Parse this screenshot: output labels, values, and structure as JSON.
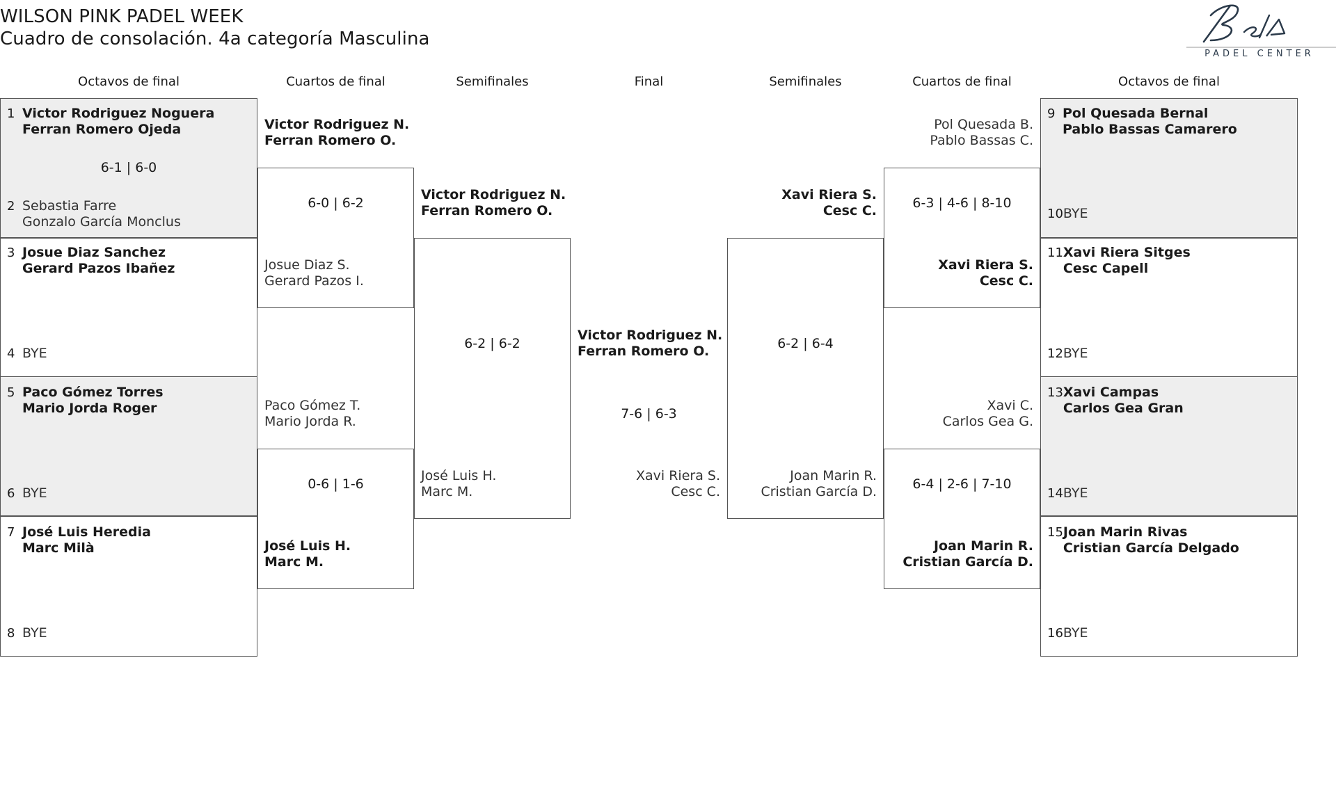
{
  "header": {
    "title": "WILSON PINK PADEL WEEK",
    "subtitle": "Cuadro de consolación. 4a categoría Masculina"
  },
  "logo": {
    "icon": "bela-padel-center-logo",
    "text": "PADEL CENTER"
  },
  "rounds": {
    "left_r16": "Octavos de final",
    "left_qf": "Cuartos de final",
    "left_sf": "Semifinales",
    "final": "Final",
    "right_sf": "Semifinales",
    "right_qf": "Cuartos de final",
    "right_r16": "Octavos de final"
  },
  "r16": [
    {
      "seed": "1",
      "p1": "Victor Rodriguez Noguera",
      "p2": "Ferran Romero Ojeda"
    },
    {
      "seed": "2",
      "p1": "Sebastia Farre",
      "p2": "Gonzalo García Monclus"
    },
    {
      "seed": "3",
      "p1": "Josue Diaz Sanchez",
      "p2": "Gerard Pazos Ibañez"
    },
    {
      "seed": "4",
      "p1": "BYE",
      "p2": ""
    },
    {
      "seed": "5",
      "p1": "Paco Gómez Torres",
      "p2": "Mario Jorda Roger"
    },
    {
      "seed": "6",
      "p1": "BYE",
      "p2": ""
    },
    {
      "seed": "7",
      "p1": "José Luis Heredia",
      "p2": "Marc Milà"
    },
    {
      "seed": "8",
      "p1": "BYE",
      "p2": ""
    },
    {
      "seed": "9",
      "p1": "Pol Quesada Bernal",
      "p2": "Pablo Bassas Camarero"
    },
    {
      "seed": "10",
      "p1": "BYE",
      "p2": ""
    },
    {
      "seed": "11",
      "p1": "Xavi Riera Sitges",
      "p2": "Cesc Capell"
    },
    {
      "seed": "12",
      "p1": "BYE",
      "p2": ""
    },
    {
      "seed": "13",
      "p1": "Xavi Campas",
      "p2": "Carlos Gea Gran"
    },
    {
      "seed": "14",
      "p1": "BYE",
      "p2": ""
    },
    {
      "seed": "15",
      "p1": "Joan Marin Rivas",
      "p2": "Cristian García Delgado"
    },
    {
      "seed": "16",
      "p1": "BYE",
      "p2": ""
    }
  ],
  "r16_scores": {
    "m1": "6-1 | 6-0"
  },
  "qf_left": [
    {
      "p1": "Victor Rodriguez N.",
      "p2": "Ferran Romero O."
    },
    {
      "p1": "Josue Diaz S.",
      "p2": "Gerard Pazos I."
    },
    {
      "p1": "Paco Gómez T.",
      "p2": "Mario Jorda R."
    },
    {
      "p1": "José Luis H.",
      "p2": "Marc M."
    }
  ],
  "qf_left_scores": [
    "6-0 | 6-2",
    "0-6 | 1-6"
  ],
  "sf_left": [
    {
      "p1": "Victor Rodriguez N.",
      "p2": "Ferran Romero O."
    },
    {
      "p1": "José Luis H.",
      "p2": "Marc M."
    }
  ],
  "sf_left_score": "6-2 | 6-2",
  "final": {
    "top": {
      "p1": "Victor Rodriguez N.",
      "p2": "Ferran Romero O."
    },
    "bottom": {
      "p1": "Xavi Riera S.",
      "p2": "Cesc C."
    },
    "score": "7-6 | 6-3"
  },
  "sf_right": [
    {
      "p1": "Xavi Riera S.",
      "p2": "Cesc C."
    },
    {
      "p1": "Joan Marin R.",
      "p2": "Cristian García D."
    }
  ],
  "sf_right_score": "6-2 | 6-4",
  "qf_right": [
    {
      "p1": "Pol Quesada B.",
      "p2": "Pablo Bassas C."
    },
    {
      "p1": "Xavi Riera S.",
      "p2": "Cesc C."
    },
    {
      "p1": "Xavi C.",
      "p2": "Carlos Gea G."
    },
    {
      "p1": "Joan Marin R.",
      "p2": "Cristian García D."
    }
  ],
  "qf_right_scores": [
    "6-3 | 4-6 | 8-10",
    "6-4 | 2-6 | 7-10"
  ]
}
